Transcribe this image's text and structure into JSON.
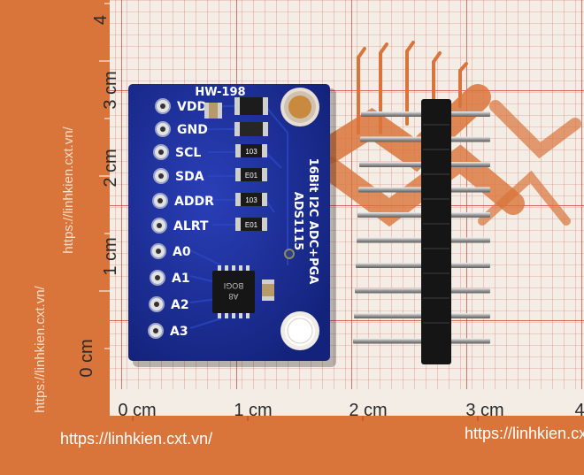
{
  "ruler": {
    "y_labels": [
      "4",
      "3 cm",
      "2 cm",
      "1 cm",
      "0 cm"
    ],
    "x_labels": [
      "0 cm",
      "1 cm",
      "2 cm",
      "3 cm",
      "4"
    ],
    "watermark": "https://linhkien.cxt.vn/"
  },
  "board": {
    "model": "HW-198",
    "title_line1": "16Bit I2C ADC+PGA",
    "title_line2": "ADS1115",
    "pins": [
      "VDD",
      "GND",
      "SCL",
      "SDA",
      "ADDR",
      "ALRT",
      "A0",
      "A1",
      "A2",
      "A3"
    ],
    "resistor_marks": [
      "103",
      "E01",
      "103",
      "E01"
    ],
    "chip_marks": [
      "BOGI",
      "A8"
    ]
  },
  "colors": {
    "ruler_orange": "#d9743a",
    "grid_red": "#d04c3c",
    "pcb_blue": "#1b2f9c",
    "pad_gold": "#c9a45c",
    "header_black": "#151515"
  }
}
